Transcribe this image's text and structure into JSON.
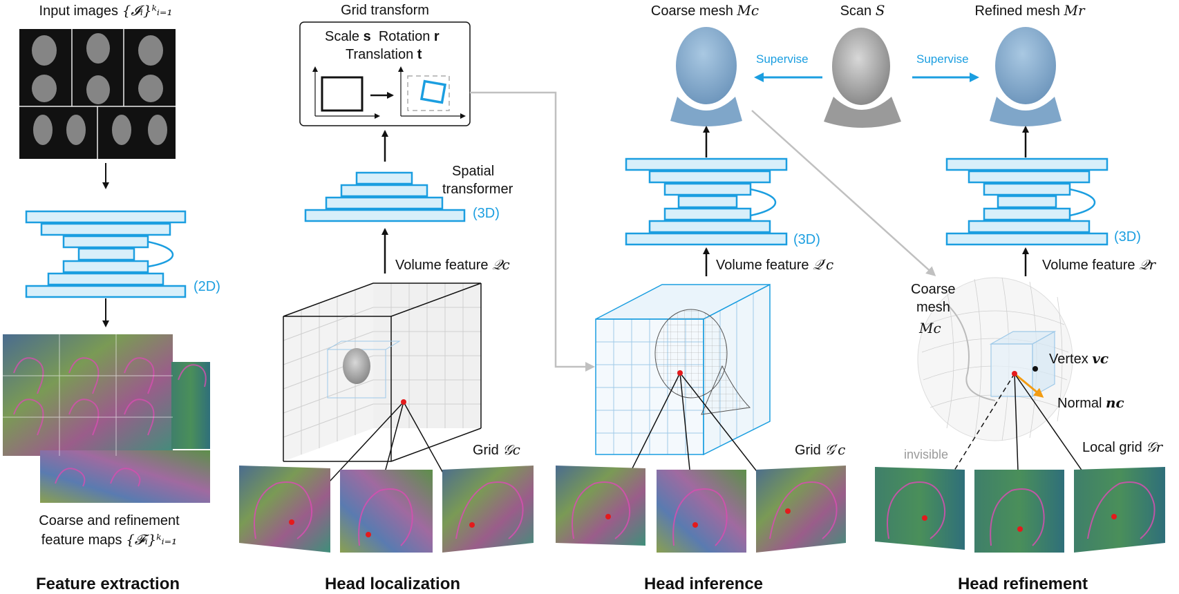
{
  "feature_extraction": {
    "input_label_text": "Input images",
    "input_label_math": "{𝓘ᵢ}ᵏᵢ₌₁",
    "tag_2d": "(2D)",
    "maps_label_line1": "Coarse and refinement",
    "maps_label_line2_text": "feature maps",
    "maps_label_line2_math": "{𝓕ᵢ}ᵏᵢ₌₁",
    "title": "Feature extraction"
  },
  "head_localization": {
    "grid_transform_title": "Grid transform",
    "param_scale": "Scale",
    "param_scale_sym": "s",
    "param_rotation": "Rotation",
    "param_rotation_sym": "r",
    "param_translation": "Translation",
    "param_translation_sym": "t",
    "spatial_line1": "Spatial",
    "spatial_line2": "transformer",
    "tag_3d": "(3D)",
    "volume_label_text": "Volume feature",
    "volume_label_math": "𝒬c",
    "grid_label_text": "Grid",
    "grid_label_math": "𝒢c",
    "title": "Head localization"
  },
  "head_inference": {
    "coarse_mesh_text": "Coarse mesh",
    "coarse_mesh_math": "Mc",
    "tag_3d": "(3D)",
    "volume_label_text": "Volume feature",
    "volume_label_math": "𝒬′c",
    "grid_label_text": "Grid",
    "grid_label_math": "𝒢′c",
    "title": "Head inference"
  },
  "scan": {
    "scan_text": "Scan",
    "scan_math": "S",
    "supervise_left": "Supervise",
    "supervise_right": "Supervise"
  },
  "head_refinement": {
    "refined_mesh_text": "Refined mesh",
    "refined_mesh_math": "Mr",
    "tag_3d": "(3D)",
    "volume_label_text": "Volume feature",
    "volume_label_math": "𝒬r",
    "coarse_line1": "Coarse",
    "coarse_line2": "mesh",
    "coarse_math": "Mc",
    "vertex_text": "Vertex",
    "vertex_math": "vc",
    "normal_text": "Normal",
    "normal_math": "nc",
    "invisible": "invisible",
    "local_grid_text": "Local grid",
    "local_grid_math": "𝒢r",
    "title": "Head refinement"
  },
  "colors": {
    "accent_blue": "#1b9ee0",
    "box_fill": "#d8effa",
    "arrow_gray": "#c0c0c0",
    "arrow_orange": "#f39c12",
    "point_red": "#e41a1c",
    "mesh_blue": "#8fb5d3"
  }
}
